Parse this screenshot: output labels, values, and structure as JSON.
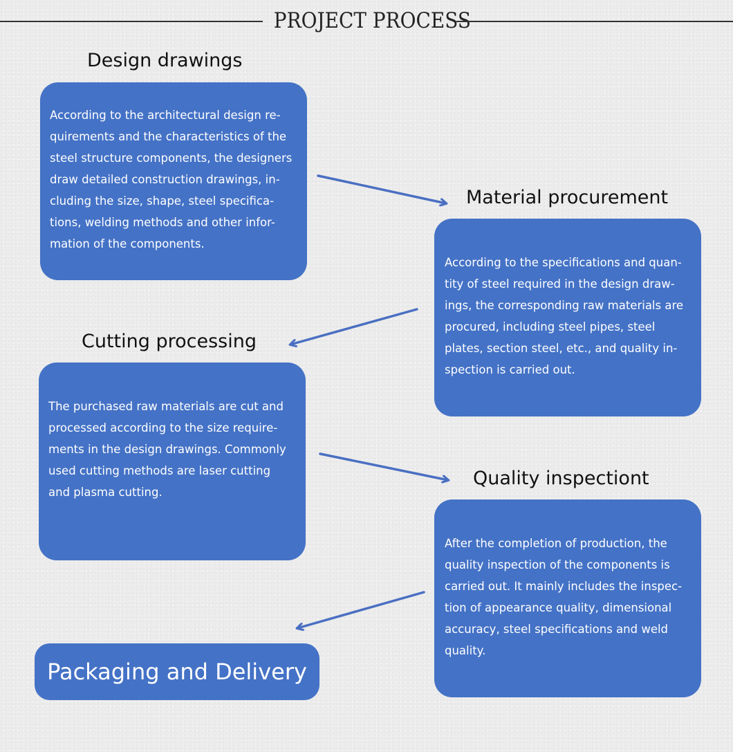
{
  "header": {
    "title": "PROJECT PROCESS"
  },
  "steps": [
    {
      "title": "Design drawings",
      "lines": [
        "According to the architectural design re-",
        "quirements and the characteristics of the",
        "steel structure components, the designers",
        "draw detailed construction drawings, in-",
        "cluding the size, shape, steel specifica-",
        "tions, welding methods and other infor-",
        "mation of the components."
      ]
    },
    {
      "title": "Material procurement",
      "lines": [
        "According to the specifications and quan-",
        "tity of steel required in the design draw-",
        "ings, the corresponding raw materials are",
        "procured, including steel pipes, steel",
        "plates, section steel, etc., and quality in-",
        "spection is carried out."
      ]
    },
    {
      "title": "Cutting processing",
      "lines": [
        "The purchased raw materials are cut and",
        "processed according to the size require-",
        "ments in the design drawings. Commonly",
        "used cutting methods are  laser cutting",
        "and plasma cutting."
      ]
    },
    {
      "title": "Quality inspectiont",
      "lines": [
        "After the completion of production, the",
        "quality inspection of the components is",
        "carried out. It mainly includes the inspec-",
        "tion of appearance quality, dimensional",
        "accuracy, steel specifications and weld",
        "quality."
      ]
    }
  ],
  "final_step": {
    "label": "Packaging and Delivery"
  },
  "colors": {
    "card": "#4472c6",
    "arrow": "#4a6fc2",
    "background": "#ececec"
  }
}
